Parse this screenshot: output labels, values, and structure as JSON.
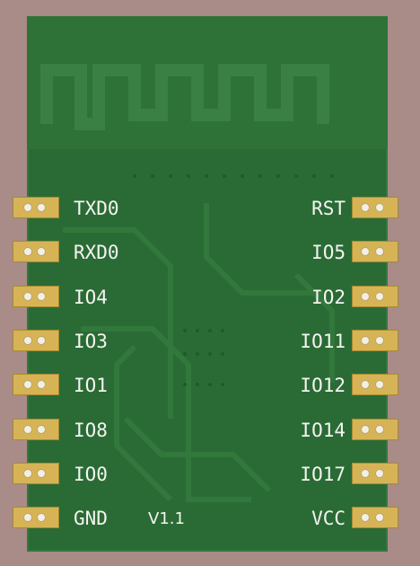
{
  "board": {
    "version": "V1.1",
    "colors": {
      "solder_mask": "#2a6b35",
      "pad": "#d6b456",
      "silkscreen": "#f4f4f0",
      "background": "#a98b88"
    }
  },
  "left_pins": [
    "TXD0",
    "RXD0",
    "IO4",
    "IO3",
    "IO1",
    "IO8",
    "IO0",
    "GND"
  ],
  "right_pins": [
    "RST",
    "IO5",
    "IO2",
    "IO11",
    "IO12",
    "IO14",
    "IO17",
    "VCC"
  ]
}
